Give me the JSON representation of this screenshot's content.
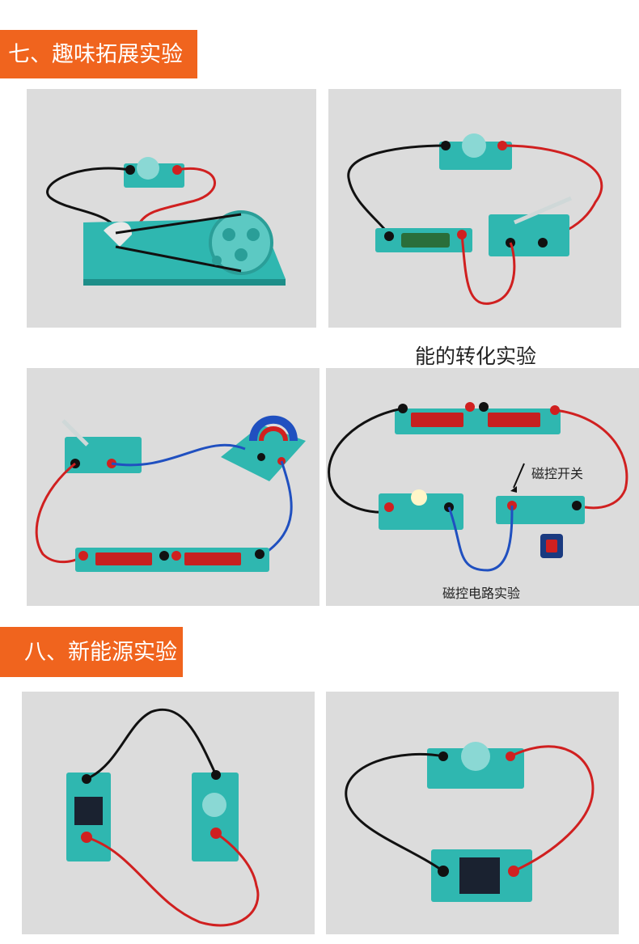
{
  "sections": {
    "fun": {
      "title": "七、趣味拓展实验"
    },
    "energy": {
      "title": "八、新能源实验"
    }
  },
  "captions": {
    "energy_conversion": "能的转化实验",
    "magnetic_switch": "磁控开关",
    "magnetic_circuit": "磁控电路实验"
  },
  "colors": {
    "banner": "#f0641e",
    "photo_bg": "#dcdcdc",
    "board_teal": "#2fb7b0",
    "wire_red": "#e03020",
    "wire_blue": "#2050c0",
    "wire_black": "#111111"
  }
}
